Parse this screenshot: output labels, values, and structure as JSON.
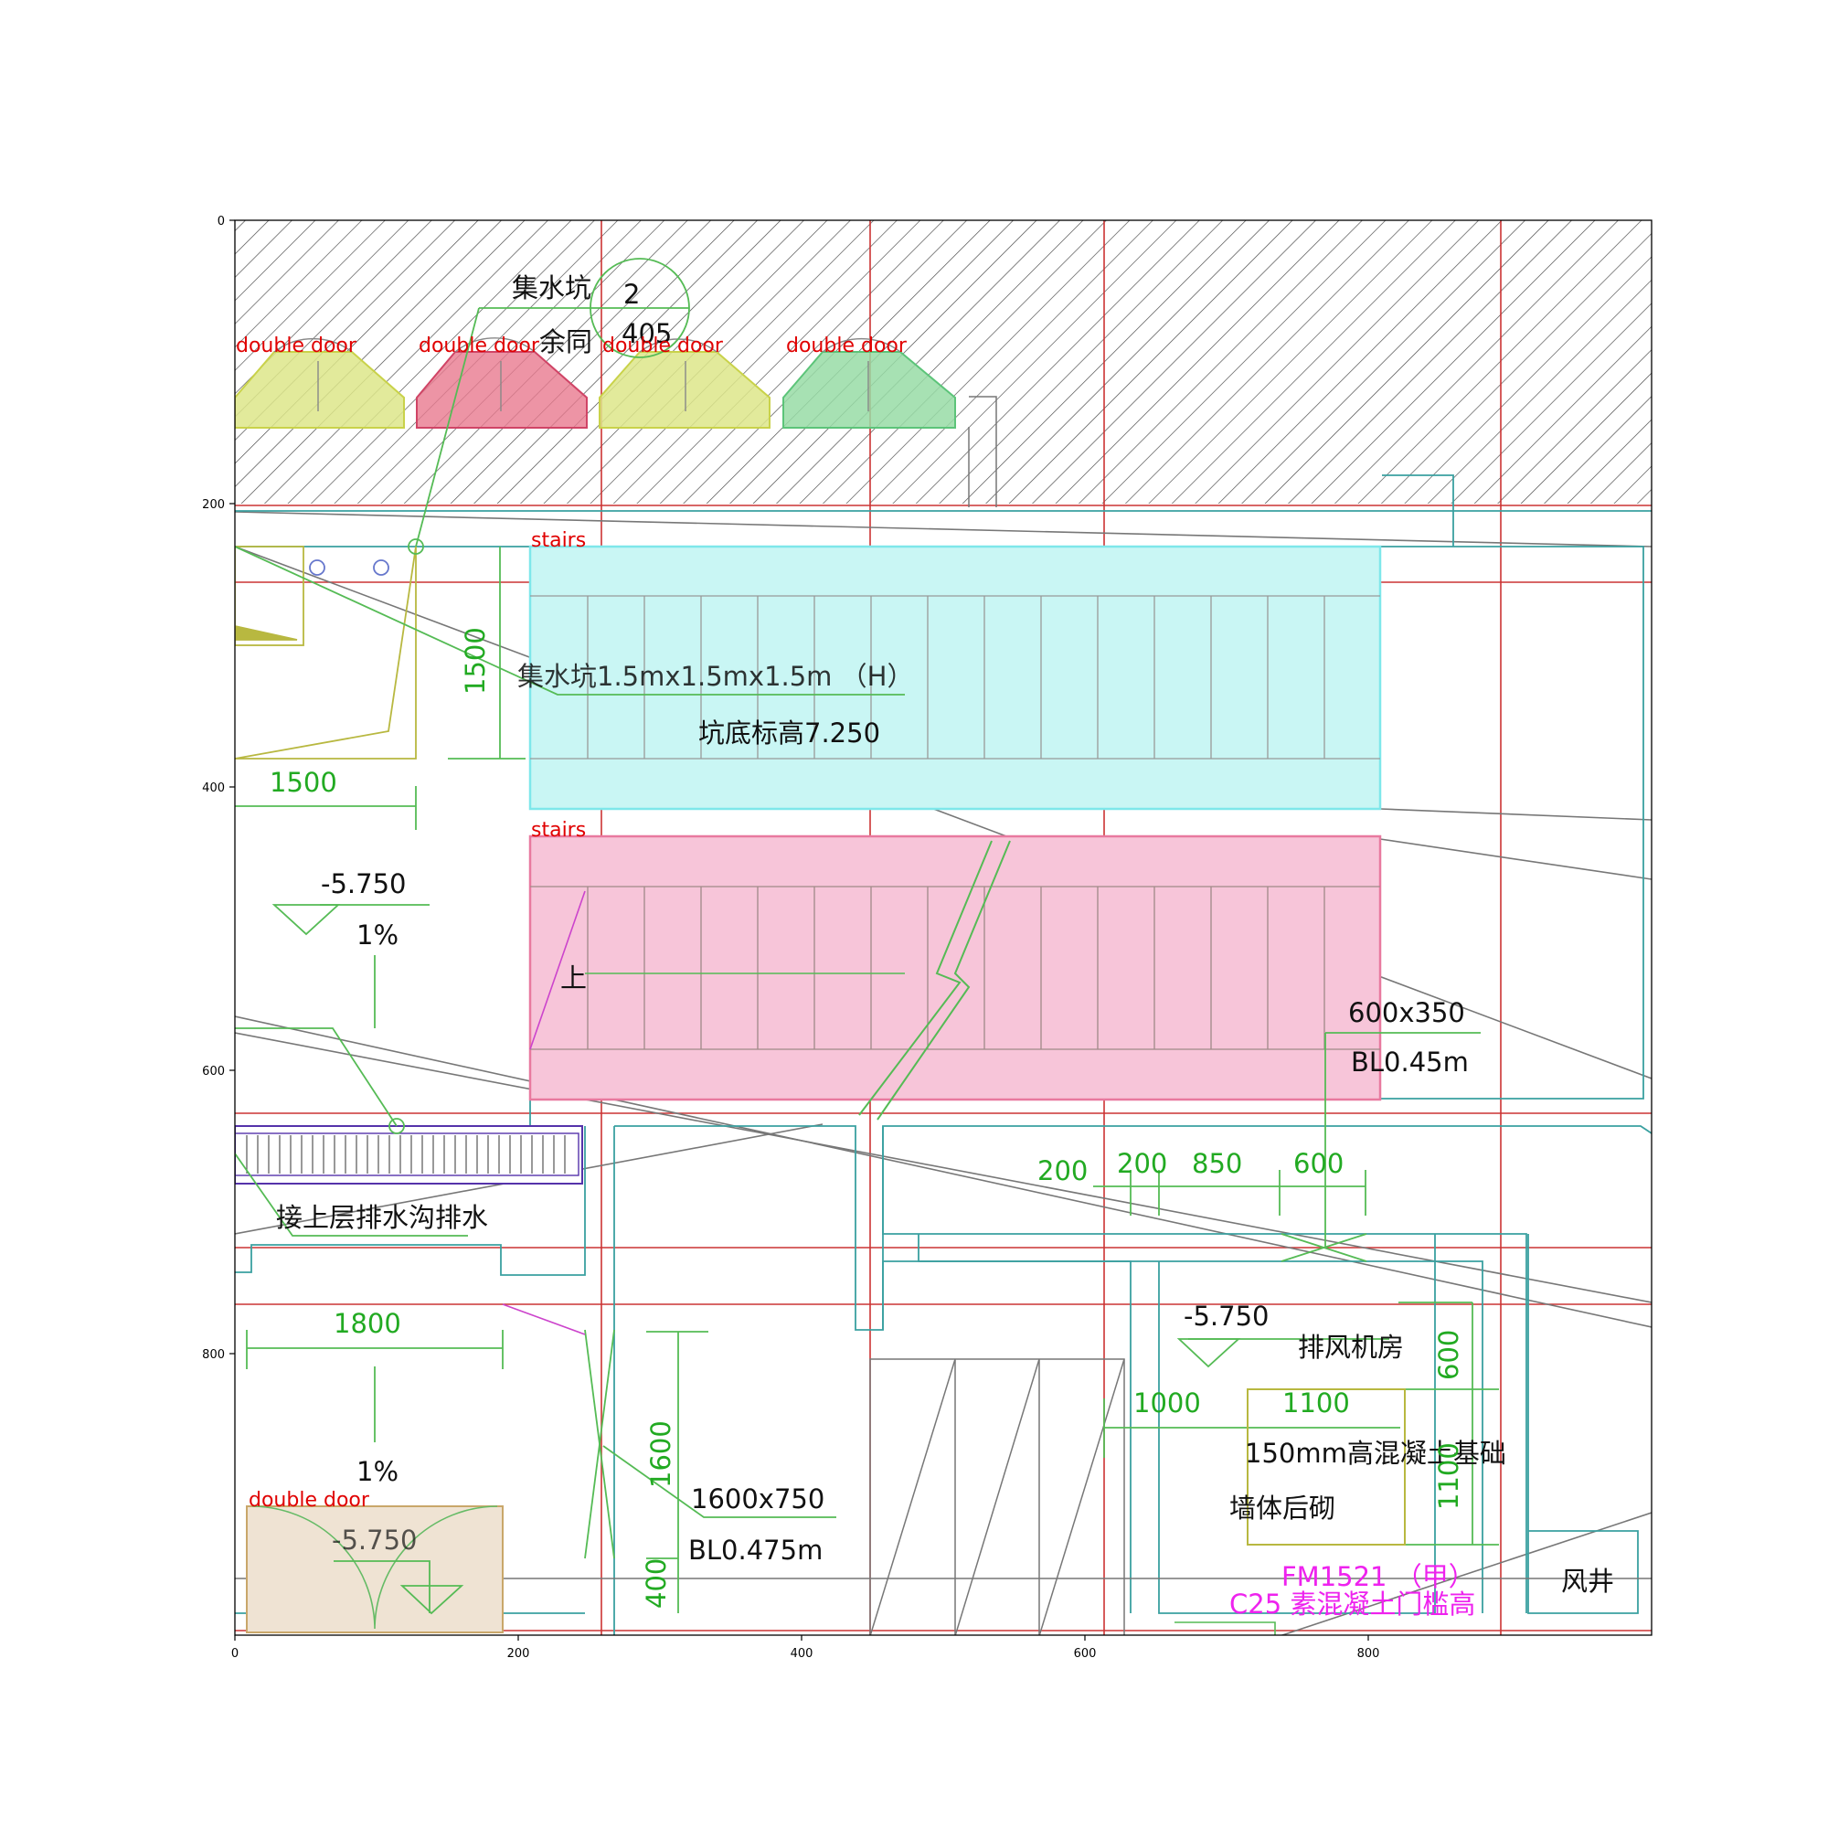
{
  "axes": {
    "x_ticks": [
      "0",
      "200",
      "400",
      "600",
      "800"
    ],
    "y_ticks": [
      "0",
      "200",
      "400",
      "600",
      "800"
    ]
  },
  "annotations": {
    "door_labels": [
      "double door",
      "double door",
      "double door",
      "double door",
      "double door"
    ],
    "stairs_labels": [
      "stairs",
      "stairs"
    ]
  },
  "drawing_text": {
    "sump_title": "集水坑",
    "ref_num": "2",
    "ref_sheet": "405",
    "same_note": "余同",
    "sump_size": "集水坑1.5mx1.5mx1.5m （H）",
    "sump_bottom": "坑底标高7.250",
    "dim_1500_v": "1500",
    "dim_1500_h": "1500",
    "level_a": "-5.750",
    "slope_a": "1%",
    "up": "上",
    "opening_a": "600x350",
    "opening_a_bl": "BL0.45m",
    "dim_200a": "200",
    "dim_200b": "200",
    "dim_850": "850",
    "dim_600a": "600",
    "drain_note": "接上层排水沟排水",
    "dim_1800": "1800",
    "level_b": "-5.750",
    "room_name": "排风机房",
    "dim_600b": "600",
    "dim_1000": "1000",
    "dim_1100a": "1100",
    "foundation": "150mm高混凝土基础",
    "dim_1100b": "1100",
    "wall_later": "墙体后砌",
    "dim_1600": "1600",
    "opening_b": "1600x750",
    "opening_b_bl": "BL0.475m",
    "dim_400": "400",
    "slope_b": "1%",
    "level_c": "-5.750",
    "door_tag": "FM1521 （甲）",
    "sill_note": "C25 素混凝土门槛高",
    "shaft": "风井"
  },
  "colors": {
    "door_yellow": "#dde68a",
    "door_red": "#e8798f",
    "door_green": "#98dca6",
    "door_beige": "#efe3d3",
    "stairs_cyan": "#c9f6f4",
    "stairs_pink": "#f7c5d9",
    "label_red": "#e00000",
    "dim_green": "#22aa22",
    "grid_red": "#cc3333",
    "wall_teal": "#3aa0a0",
    "tag_magenta": "#ee22ee"
  }
}
